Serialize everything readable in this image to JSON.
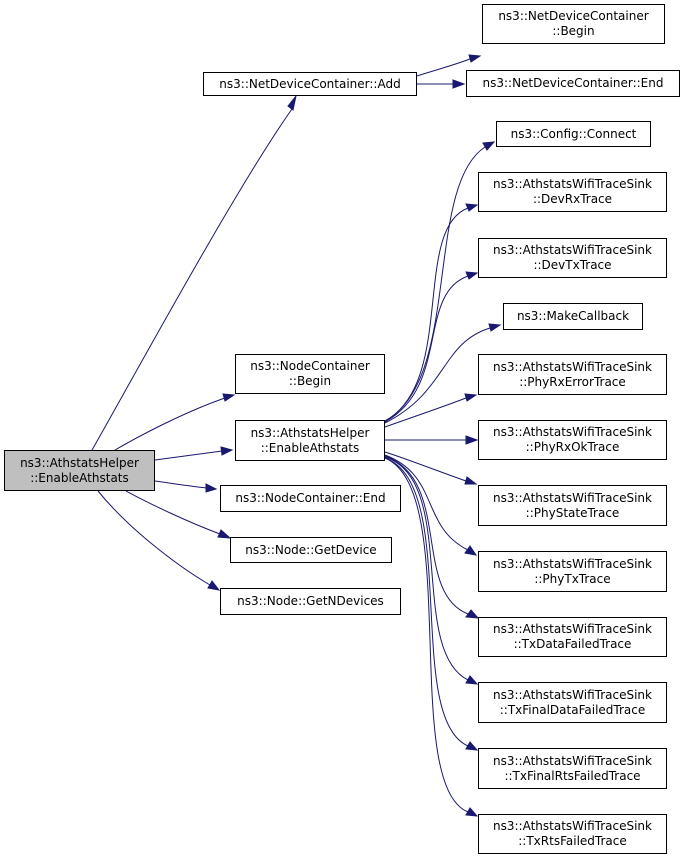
{
  "colors": {
    "edge": "#191970",
    "root_fill": "#bfbfbf",
    "node_fill": "#ffffff",
    "border": "#000000"
  },
  "nodes": {
    "root": [
      "ns3::AthstatsHelper",
      "::EnableAthstats"
    ],
    "ndc_add": [
      "ns3::NetDeviceContainer::Add"
    ],
    "ndc_begin": [
      "ns3::NetDeviceContainer",
      "::Begin"
    ],
    "ndc_end": [
      "ns3::NetDeviceContainer::End"
    ],
    "nc_begin": [
      "ns3::NodeContainer",
      "::Begin"
    ],
    "ah_enable": [
      "ns3::AthstatsHelper",
      "::EnableAthstats"
    ],
    "nc_end": [
      "ns3::NodeContainer::End"
    ],
    "node_getdevice": [
      "ns3::Node::GetDevice"
    ],
    "node_getndevices": [
      "ns3::Node::GetNDevices"
    ],
    "config_connect": [
      "ns3::Config::Connect"
    ],
    "devrx": [
      "ns3::AthstatsWifiTraceSink",
      "::DevRxTrace"
    ],
    "devtx": [
      "ns3::AthstatsWifiTraceSink",
      "::DevTxTrace"
    ],
    "makecallback": [
      "ns3::MakeCallback"
    ],
    "phyrxerror": [
      "ns3::AthstatsWifiTraceSink",
      "::PhyRxErrorTrace"
    ],
    "phyrxok": [
      "ns3::AthstatsWifiTraceSink",
      "::PhyRxOkTrace"
    ],
    "phystate": [
      "ns3::AthstatsWifiTraceSink",
      "::PhyStateTrace"
    ],
    "phytx": [
      "ns3::AthstatsWifiTraceSink",
      "::PhyTxTrace"
    ],
    "txdatafailed": [
      "ns3::AthstatsWifiTraceSink",
      "::TxDataFailedTrace"
    ],
    "txfinaldatafailed": [
      "ns3::AthstatsWifiTraceSink",
      "::TxFinalDataFailedTrace"
    ],
    "txfinalrtsfailed": [
      "ns3::AthstatsWifiTraceSink",
      "::TxFinalRtsFailedTrace"
    ],
    "txrtsfailed": [
      "ns3::AthstatsWifiTraceSink",
      "::TxRtsFailedTrace"
    ]
  },
  "edges": [
    [
      "root",
      "ndc_add"
    ],
    [
      "root",
      "nc_begin"
    ],
    [
      "root",
      "ah_enable"
    ],
    [
      "root",
      "nc_end"
    ],
    [
      "root",
      "node_getdevice"
    ],
    [
      "root",
      "node_getndevices"
    ],
    [
      "ndc_add",
      "ndc_begin"
    ],
    [
      "ndc_add",
      "ndc_end"
    ],
    [
      "ah_enable",
      "config_connect"
    ],
    [
      "ah_enable",
      "devrx"
    ],
    [
      "ah_enable",
      "devtx"
    ],
    [
      "ah_enable",
      "makecallback"
    ],
    [
      "ah_enable",
      "phyrxerror"
    ],
    [
      "ah_enable",
      "phyrxok"
    ],
    [
      "ah_enable",
      "phystate"
    ],
    [
      "ah_enable",
      "phytx"
    ],
    [
      "ah_enable",
      "txdatafailed"
    ],
    [
      "ah_enable",
      "txfinaldatafailed"
    ],
    [
      "ah_enable",
      "txfinalrtsfailed"
    ],
    [
      "ah_enable",
      "txrtsfailed"
    ]
  ]
}
